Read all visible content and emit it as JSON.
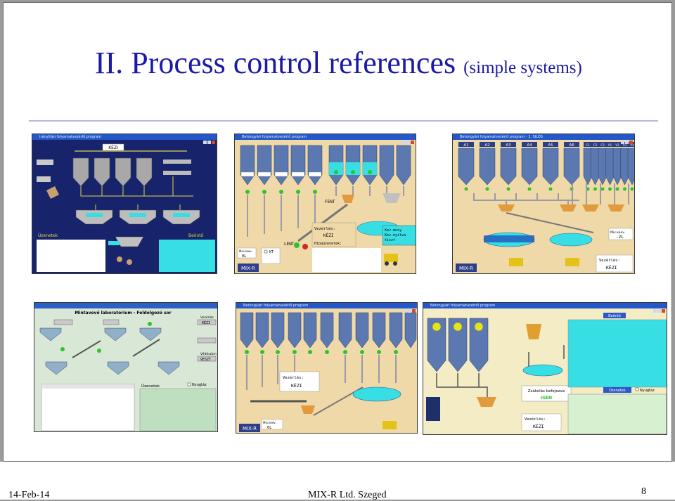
{
  "slide": {
    "title": "II. Process control references",
    "subtitle": "(simple systems)",
    "footer_date": "14-Feb-14",
    "footer_company": "MIX-R Ltd. Szeged",
    "page_number": "8"
  },
  "screenshots": [
    {
      "id": "s1",
      "window_title": "Irányítási folyamatvezérlő program",
      "mode_label": "KÉZI",
      "left_panel": "Üzenetek",
      "right_panel": "Beöntő"
    },
    {
      "id": "s2",
      "window_title": "Betongyári folyamatvezérlő program",
      "label_fent": "FENT",
      "label_lent": "LENT",
      "control_label": "Vezérlés:",
      "control_value": "KÉZI",
      "faults_label": "Hibaüzenetek:",
      "status_lines": [
        "Kev.mosy",
        "Kev.nyitva",
        "tiszt"
      ],
      "logo": "MIX-R",
      "mix_time_label": "Mix.keev.",
      "mix_value": "0L",
      "checkbox_label": "KT"
    },
    {
      "id": "s3",
      "window_title": "Betongyári folyamatvezérlő program - 1. SILÓS",
      "bins": [
        "A1",
        "A2",
        "A3",
        "A4",
        "A5",
        "A6",
        "C1",
        "C2",
        "C3",
        "V1",
        "V2",
        "V3",
        "V4"
      ],
      "mix_label": "Mix.keev.",
      "mix_value": "-2L",
      "control_label": "Vezérlés:",
      "control_value": "KÉZI",
      "logo": "MIX-R"
    },
    {
      "id": "s4",
      "window_title": "Mintavevő laboratórium - Feldolgozó sor",
      "mode_label": "Vezérlés",
      "mode_value": "KÉZI",
      "valve_label": "Védőszkm",
      "valve_value": "VESZT",
      "messages_label": "Üzenetek",
      "ack_label": "Nyugtáz"
    },
    {
      "id": "s5",
      "window_title": "Betongyári folyamatvezérlő program",
      "control_label": "Vezérlés:",
      "control_value": "KÉZI",
      "logo": "MIX-R",
      "mix_label": "Mix.keev.",
      "mix_value": "0L"
    },
    {
      "id": "s6",
      "window_title": "Betongyári folyamatvezérlő program",
      "right_title": "Beöntő",
      "finish_label": "Zsákolás befejezve",
      "finish_value": "IGEN",
      "messages_label": "Üzenetek",
      "ack_label": "Nyugtáz",
      "control_label": "Vezérlés:",
      "control_value": "KÉZI"
    }
  ],
  "colors": {
    "title": "#1a1aa6",
    "rule": "#b9b7dc",
    "scada_dark": "#17246b",
    "scada_beige": "#efd9a8",
    "silo": "#5b78b0",
    "cyan": "#37dfe4",
    "green": "#2ec42e",
    "red": "#d42424"
  }
}
